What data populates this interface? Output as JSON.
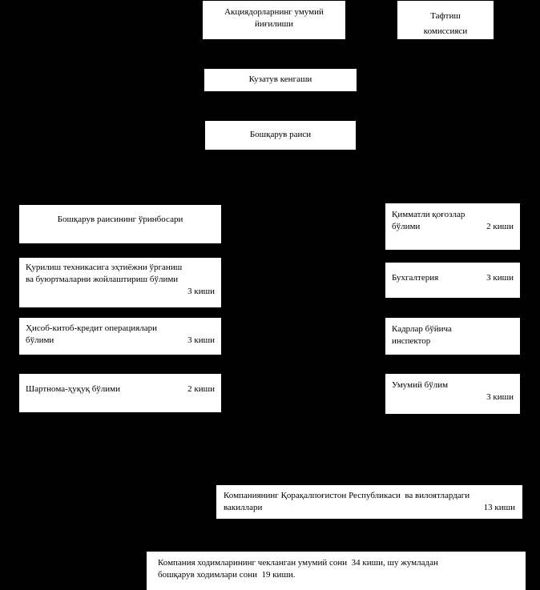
{
  "diagram": {
    "title": "Organizational structure chart",
    "background_color": "#000000",
    "node_fill_color": "#ffffff",
    "node_text_color": "#000000",
    "nodes": {
      "shareholders": {
        "line1": "Акциядорларнинг умумий",
        "line2": "йиғилиши"
      },
      "audit": {
        "line1": "Тафтиш",
        "line2": "комиссияси"
      },
      "supervisory": {
        "line1": "Кузатув кенгаши"
      },
      "chairman": {
        "line1": "Бошқарув раиси"
      },
      "deputy": {
        "line1": "Бошқарув раисининг ўринбосари"
      },
      "tech": {
        "line1": "Қурилиш техникасига эҳтиёжни ўрганиш",
        "line2": "ва буюртмаларни жойлаштириш бўлими",
        "count": "3 киши"
      },
      "credit": {
        "line1": "Ҳисоб-китоб-кредит операциялари",
        "line2": "бўлими",
        "count": "3 киши"
      },
      "contract": {
        "line1": "Шартнома-ҳуқуқ бўлими",
        "count": "2 киши"
      },
      "securities": {
        "line1": "Қимматли қоғозлар",
        "line2": "бўлими",
        "count": "2 киши"
      },
      "accounting": {
        "line1": "Бухгалтерия",
        "count": "3 киши"
      },
      "hr": {
        "line1": "Кадрлар бўйича",
        "line2": "инспектор"
      },
      "general": {
        "line1": "Умумий бўлим",
        "count": "3 киши"
      },
      "regional": {
        "line1": "Компаниянинг Қорақалпоғистон Республикаси  ва вилоятлардаги",
        "line2": "вакиллари",
        "count": "13 киши"
      },
      "total": {
        "line1": "Компания ходимларининг чекланган умумий сони  34 киши, шу жумладан",
        "line2": "бошқарув ходимлари сони  19 киши."
      }
    }
  }
}
